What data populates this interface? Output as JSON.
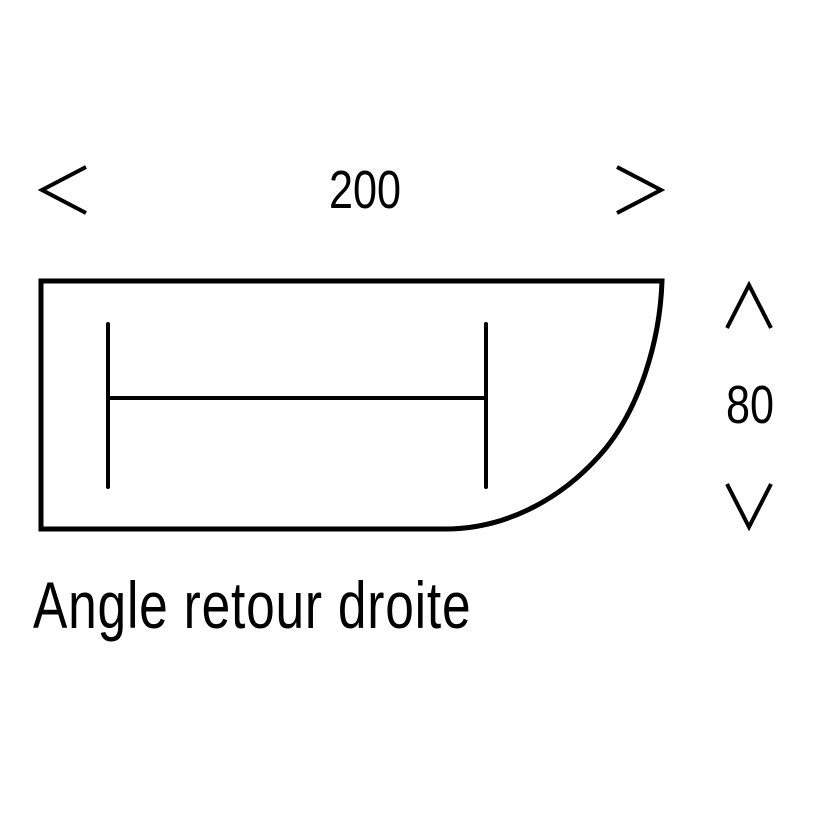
{
  "diagram": {
    "type": "furniture-dimension-diagram",
    "width_dimension": {
      "value": "200",
      "left_arrow_icon": "chevron-left",
      "right_arrow_icon": "chevron-right"
    },
    "height_dimension": {
      "value": "80",
      "top_arrow_icon": "chevron-up",
      "bottom_arrow_icon": "chevron-down"
    },
    "caption": "Angle retour droite",
    "colors": {
      "stroke": "#000000",
      "background": "#ffffff"
    }
  }
}
